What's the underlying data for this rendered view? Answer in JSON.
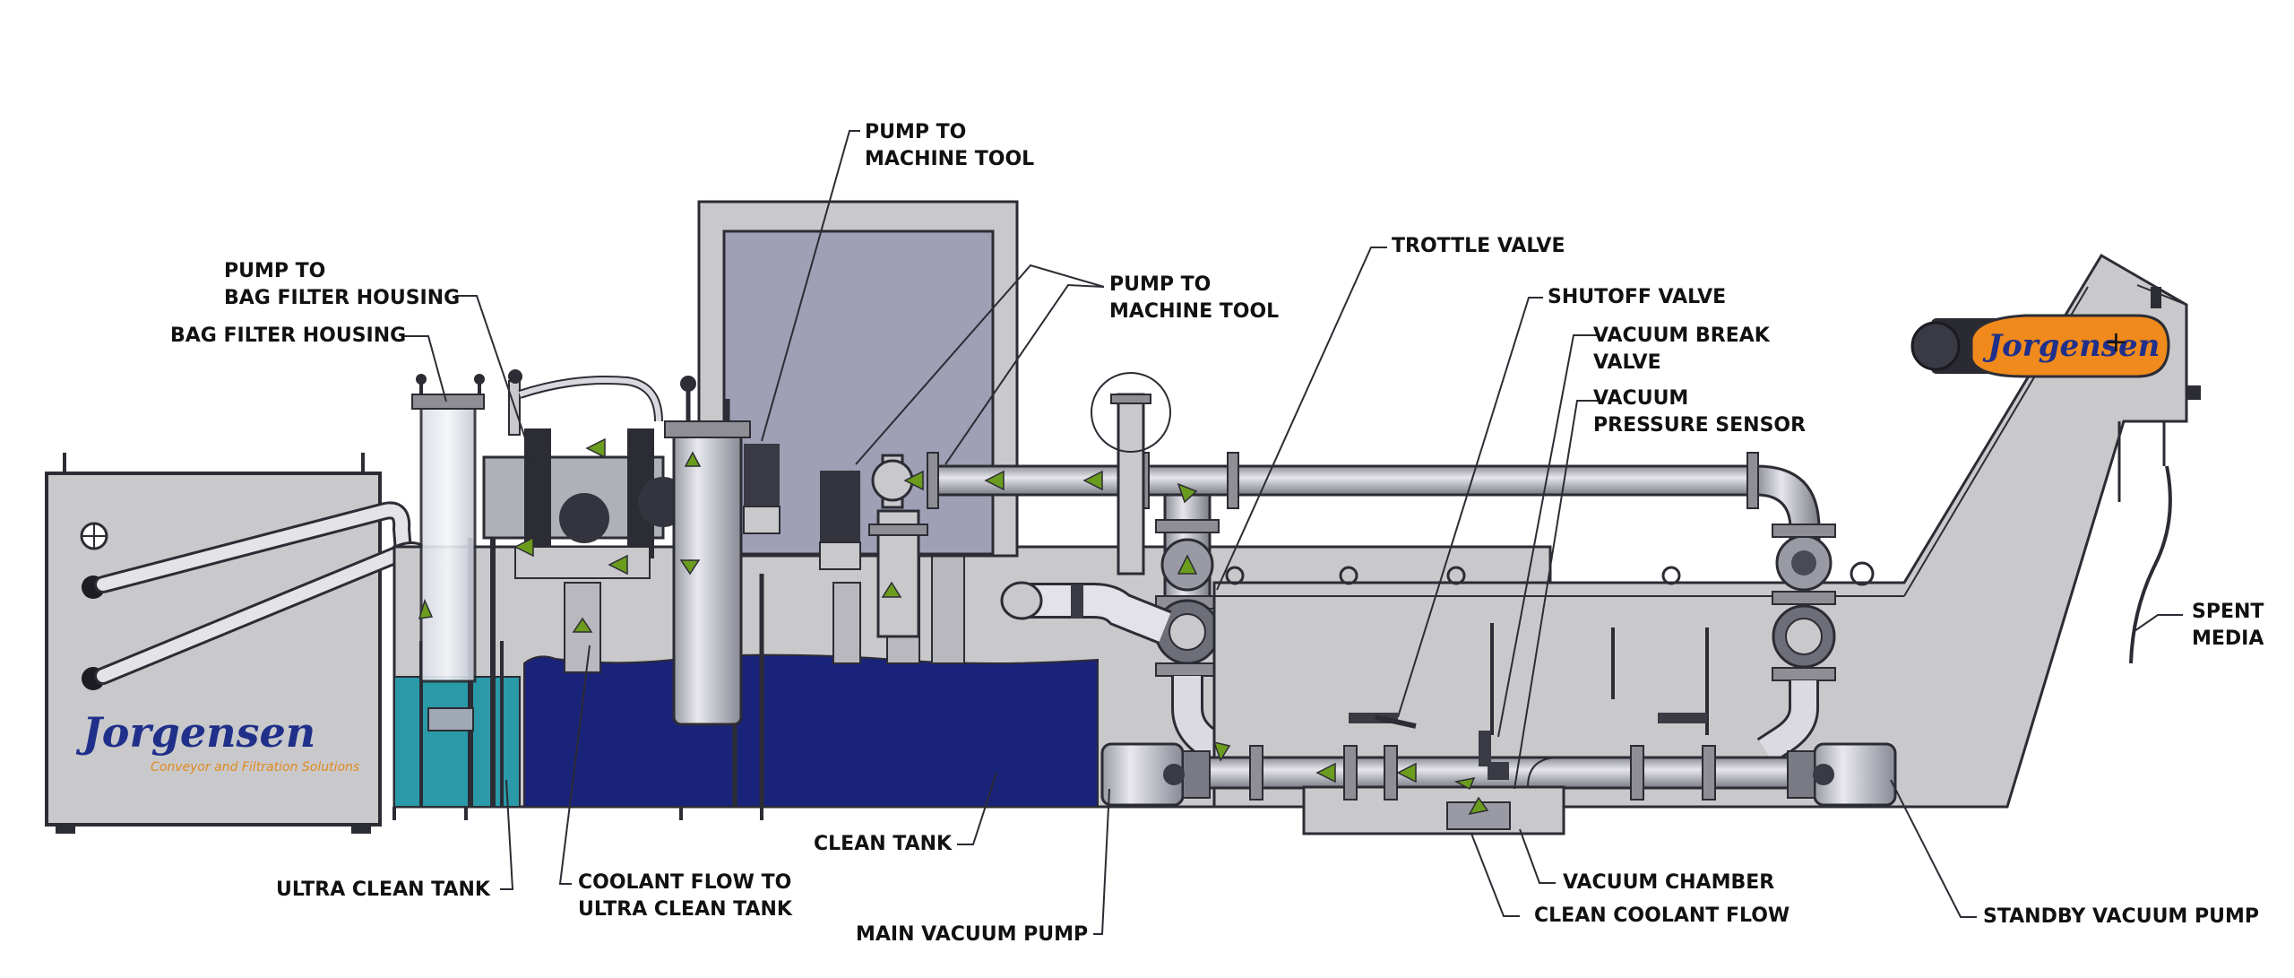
{
  "colors": {
    "metal": "#c9c9cc",
    "metal_dark": "#8e8e94",
    "outline": "#2c2c34",
    "clean_tank": "#1a237a",
    "ultra_clean": "#2a9aa8",
    "brand_blue": "#20308a",
    "accent_orange": "#f08a1c",
    "flow_arrow": "#6b9c1e"
  },
  "brand": {
    "name": "Jorgensen",
    "tagline": "Conveyor and Filtration Solutions",
    "plus": "+"
  },
  "labels": {
    "pump_to_machine_tool_1": [
      "PUMP TO",
      "MACHINE TOOL"
    ],
    "pump_to_bag_filter": [
      "PUMP TO",
      "BAG FILTER HOUSING"
    ],
    "bag_filter_housing": "BAG FILTER HOUSING",
    "pump_to_machine_tool_2": [
      "PUMP TO",
      "MACHINE TOOL"
    ],
    "trottle_valve": "TROTTLE VALVE",
    "shutoff_valve": "SHUTOFF VALVE",
    "vacuum_break_valve": [
      "VACUUM BREAK",
      "VALVE"
    ],
    "vacuum_pressure_sensor": [
      "VACUUM",
      "PRESSURE SENSOR"
    ],
    "spent_media": [
      "SPENT",
      "MEDIA"
    ],
    "ultra_clean_tank": "ULTRA CLEAN TANK",
    "coolant_flow": [
      "COOLANT FLOW TO",
      "ULTRA CLEAN TANK"
    ],
    "clean_tank": "CLEAN TANK",
    "main_vacuum_pump": "MAIN VACUUM PUMP",
    "vacuum_chamber": "VACUUM CHAMBER",
    "clean_coolant_flow": "CLEAN COOLANT FLOW",
    "standby_vacuum_pump": "STANDBY VACUUM PUMP"
  }
}
